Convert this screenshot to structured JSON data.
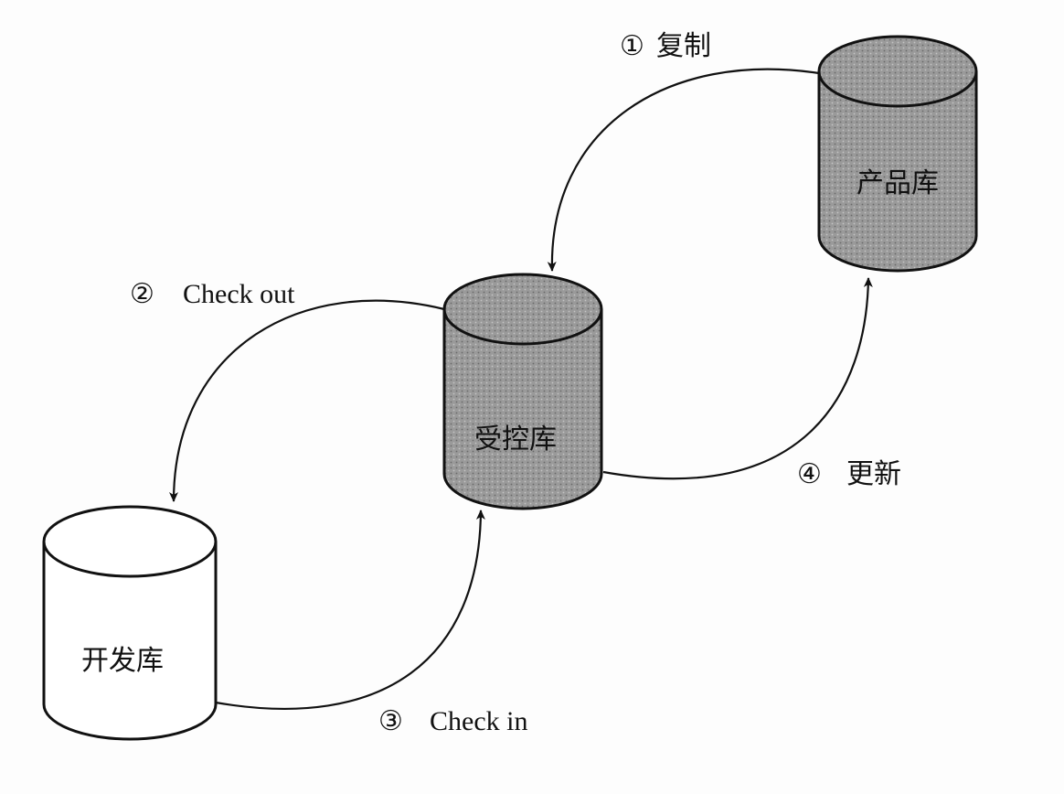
{
  "repositories": {
    "product": {
      "label": "产品库",
      "shaded": true
    },
    "controlled": {
      "label": "受控库",
      "shaded": true
    },
    "development": {
      "label": "开发库",
      "shaded": false
    }
  },
  "flows": {
    "copy": {
      "number": "①",
      "label": "复制"
    },
    "check_out": {
      "number": "②",
      "label": "Check out"
    },
    "check_in": {
      "number": "③",
      "label": "Check in"
    },
    "update": {
      "number": "④",
      "label": "更新"
    }
  },
  "colors": {
    "shaded_fill": "#9a9a9a",
    "plain_fill": "#ffffff",
    "stroke": "#111111"
  }
}
